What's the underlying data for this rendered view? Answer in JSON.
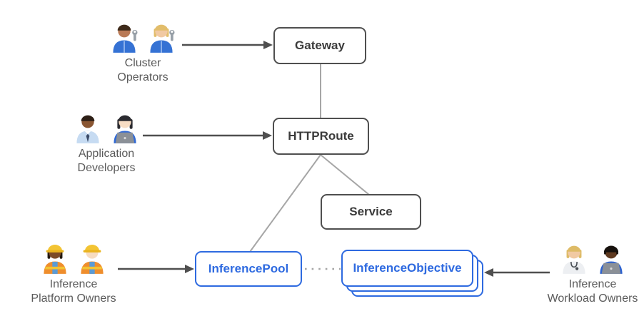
{
  "colors": {
    "node_border_dark": "#4f4f4f",
    "node_text_dark": "#3b3b3b",
    "blue": "#2e6ae0",
    "connector_gray": "#a6a6a6",
    "arrow": "#4f4f4f",
    "actor_label_text": "#5a5a5a"
  },
  "nodes": {
    "gateway": {
      "label": "Gateway"
    },
    "httproute": {
      "label": "HTTPRoute"
    },
    "service": {
      "label": "Service"
    },
    "inference_pool": {
      "label": "InferencePool"
    },
    "inference_objective": {
      "label": "InferenceObjective",
      "stacked_copies": 3
    }
  },
  "actors": {
    "cluster_operators": {
      "line1": "Cluster",
      "line2": "Operators",
      "emoji": "👨🏽‍🔧 👩🏼‍🔧"
    },
    "application_developers": {
      "line1": "Application",
      "line2": "Developers",
      "emoji": "👨🏾‍💼 👩🏻‍💻"
    },
    "inference_platform_owners": {
      "line1": "Inference",
      "line2": "Platform Owners",
      "emoji": "👷🏾‍♀️ 👷🏻"
    },
    "inference_workload_owners": {
      "line1": "Inference",
      "line2": "Workload Owners",
      "emoji": "🧑🏼‍⚕️ 🧑🏿‍💻"
    }
  },
  "connections": {
    "gateway_httproute": "solid-gray",
    "httproute_inferencepool": "solid-gray",
    "httproute_service": "solid-gray",
    "inferencepool_inferenceobjective": "dotted-gray",
    "cluster_operators_gateway": "arrow",
    "application_developers_httproute": "arrow",
    "inference_platform_owners_inferencepool": "arrow",
    "inference_workload_owners_inferenceobjective": "arrow"
  }
}
